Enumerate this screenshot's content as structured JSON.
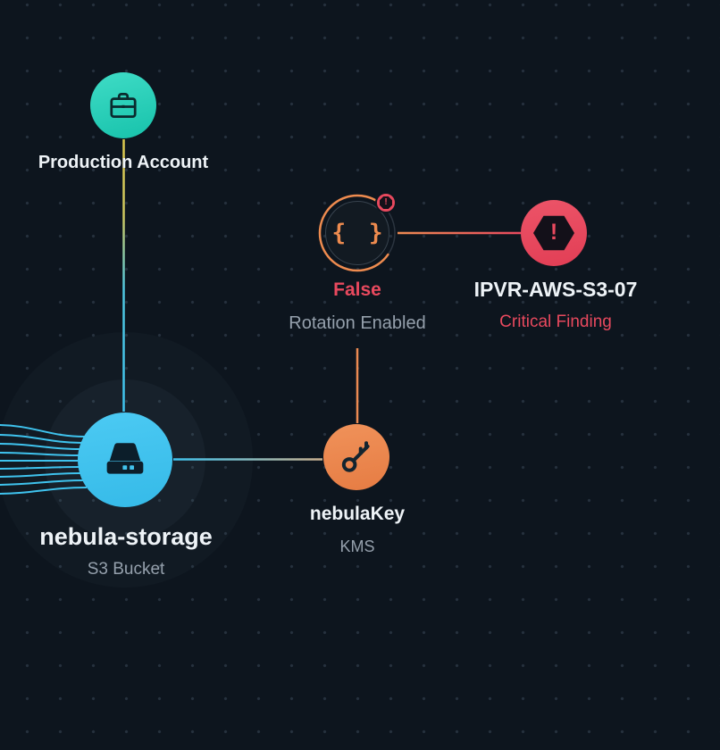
{
  "graph": {
    "background_color": "#0d151e",
    "dot_grid": true,
    "nodes": [
      {
        "id": "production-account",
        "label": "Production Account",
        "icon": "briefcase-icon",
        "color": "#2bd5bd"
      },
      {
        "id": "nebula-storage",
        "label": "nebula-storage",
        "sublabel": "S3 Bucket",
        "icon": "storage-drive-icon",
        "color": "#41c4ee"
      },
      {
        "id": "nebula-key",
        "label": "nebulaKey",
        "sublabel": "KMS",
        "icon": "key-icon",
        "color": "#ec8850"
      },
      {
        "id": "rotation-enabled",
        "label": "False",
        "sublabel": "Rotation Enabled",
        "icon": "braces-icon",
        "icon_glyph": "{ }",
        "badge": "!",
        "label_color": "#e8495e",
        "ring_color": "#ee8b4f"
      },
      {
        "id": "critical-finding",
        "label": "IPVR-AWS-S3-07",
        "sublabel": "Critical Finding",
        "icon": "alert-hexagon-icon",
        "icon_glyph": "!",
        "color": "#e8495e",
        "sublabel_color": "#e8495e"
      }
    ],
    "edges": [
      {
        "from": "production-account",
        "to": "nebula-storage",
        "gradient": [
          "#dcc84e",
          "#3fc3ee"
        ]
      },
      {
        "from": "nebula-storage",
        "to": "nebula-key",
        "gradient": [
          "#3fc3ee",
          "#cbb08f"
        ]
      },
      {
        "from": "nebula-key",
        "to": "rotation-enabled",
        "color": "#ec8a52"
      },
      {
        "from": "rotation-enabled",
        "to": "critical-finding",
        "gradient": [
          "#ec8a52",
          "#e8495e"
        ]
      },
      {
        "from": "offscreen-left",
        "to": "nebula-storage",
        "color": "#3fc3ee",
        "line_count": 9
      }
    ]
  }
}
